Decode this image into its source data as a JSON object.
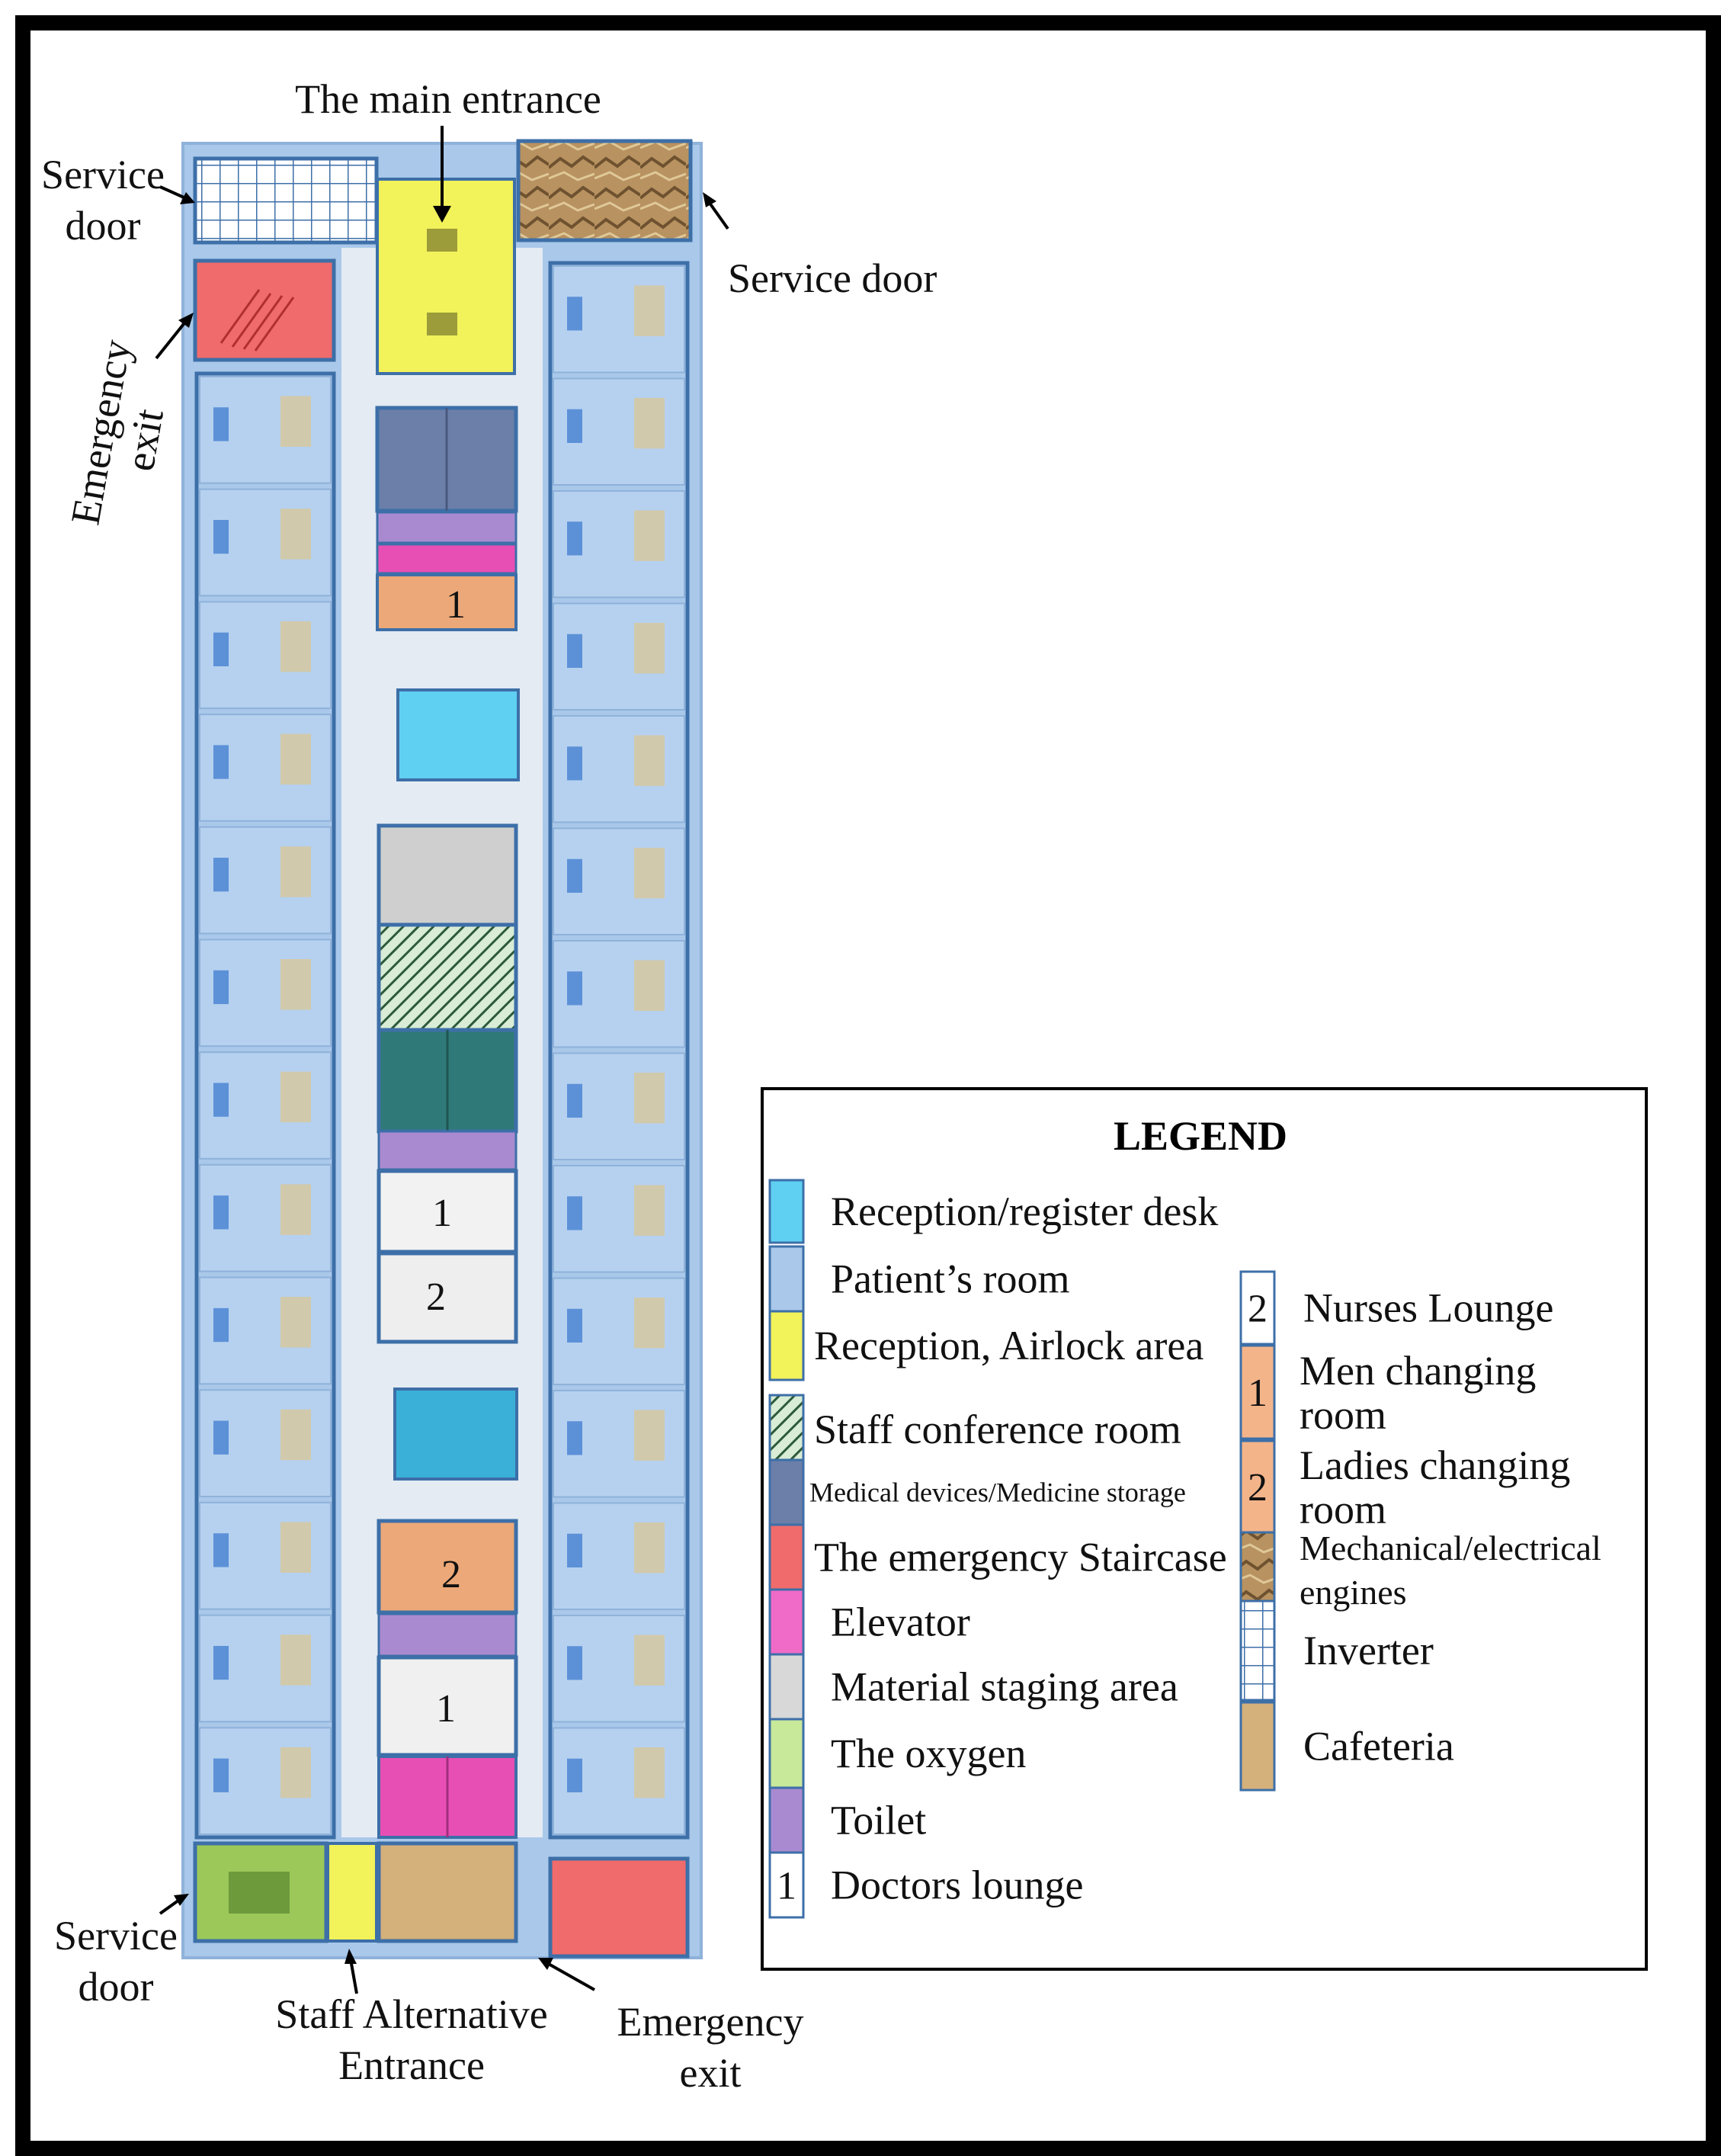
{
  "annotations": {
    "main_entrance": "The main entrance",
    "service_door_top_left": [
      "Service",
      "door"
    ],
    "service_door_top_right": "Service door",
    "emergency_exit_left": [
      "Emergency",
      "exit"
    ],
    "service_door_bottom_left": [
      "Service",
      "door"
    ],
    "staff_alt_entrance": [
      "Staff Alternative",
      "Entrance"
    ],
    "emergency_exit_bottom": [
      "Emergency",
      "exit"
    ]
  },
  "room_numbers": {
    "men_changing_top": "1",
    "doctors_lounge_mid": "1",
    "nurses_lounge_mid": "2",
    "ladies_changing": "2",
    "doctors_lounge_low": "1"
  },
  "legend": {
    "title": "LEGEND",
    "left_items": [
      {
        "label": "Reception/register desk",
        "color": "#5fd0f2"
      },
      {
        "label": "Patient’s room",
        "color": "#a9c8ea"
      },
      {
        "label": "Reception, Airlock area",
        "color": "#f2f25a"
      },
      {
        "label": "Staff conference room",
        "color": "#8fc89a",
        "pattern": "hatch"
      },
      {
        "label": "Medical devices/Medicine storage",
        "color": "#6b7fa8"
      },
      {
        "label": "The emergency Staircase",
        "color": "#f06b6b"
      },
      {
        "label": "Elevator",
        "color": "#f06ac8"
      },
      {
        "label": "Material staging area",
        "color": "#d8d8d8"
      },
      {
        "label": "The oxygen",
        "color": "#c8e89a"
      },
      {
        "label": "Toilet",
        "color": "#a98ad0"
      },
      {
        "label": "Doctors lounge",
        "color": "#ffffff",
        "num": "1"
      }
    ],
    "right_items": [
      {
        "label": "Nurses  Lounge",
        "color": "#ffffff",
        "num": "2"
      },
      {
        "label": "Men changing",
        "label2": "room",
        "color": "#f4b48a",
        "num": "1"
      },
      {
        "label": "Ladies changing",
        "label2": "room",
        "color": "#f4b48a",
        "num": "2"
      },
      {
        "label": "Mechanical/electrical",
        "label2": "engines",
        "color": "#b08a5a",
        "pattern": "rock"
      },
      {
        "label": "Inverter",
        "color": "#ffffff",
        "pattern": "grid"
      },
      {
        "label": "Cafeteria",
        "color": "#d4b07a"
      }
    ]
  },
  "colors": {
    "patient_room": "#a9c8ea",
    "corridor": "#e4ebf2",
    "reception_airlock": "#f2f25a",
    "medical_storage": "#6b7fa8",
    "toilet": "#a98ad0",
    "elevator": "#e84fb4",
    "changing": "#eca878",
    "reception_desk": "#5fd0f2",
    "staging": "#cfcfcf",
    "conference_dark": "#2f7a78",
    "staircase": "#f06b6b",
    "oxygen": "#9cc85a",
    "cafeteria": "#d4b07a",
    "mechanical": "#b08a5a",
    "border_blue": "#3d6fa8"
  }
}
